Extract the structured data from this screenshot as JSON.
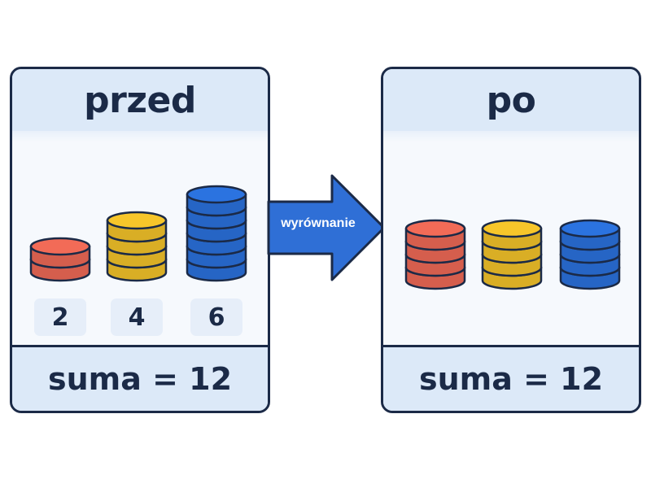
{
  "before": {
    "title": "przed",
    "stacks": [
      {
        "count": 2,
        "label": "2",
        "color": "#f26b57"
      },
      {
        "count": 4,
        "label": "4",
        "color": "#f7c62a"
      },
      {
        "count": 6,
        "label": "6",
        "color": "#2b73e0"
      }
    ],
    "total": "suma = 12"
  },
  "arrow": {
    "label": "wyrównanie",
    "color": "#2f6fd6"
  },
  "after": {
    "title": "po",
    "stacks": [
      {
        "count": 4,
        "color": "#f26b57"
      },
      {
        "count": 4,
        "color": "#f7c62a"
      },
      {
        "count": 4,
        "color": "#2b73e0"
      }
    ],
    "total": "suma = 12"
  },
  "colors": {
    "outline": "#1b2a47",
    "panel_header": "#dce9f8"
  }
}
